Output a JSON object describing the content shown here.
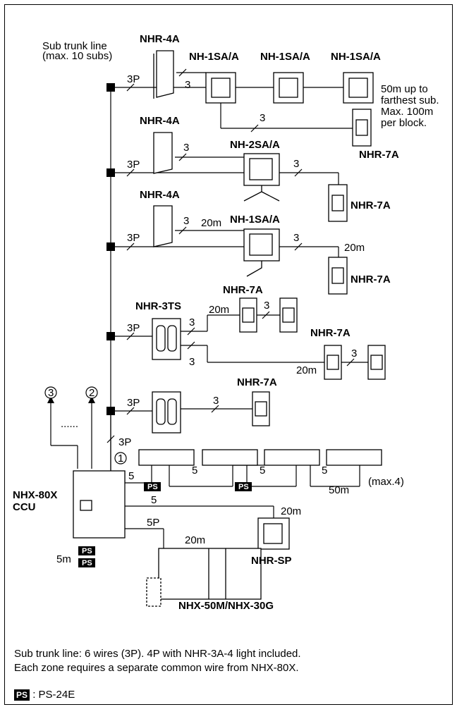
{
  "labels": {
    "sub_trunk": "Sub trunk line",
    "max_subs": "(max. 10 subs)",
    "nhr4a_1": "NHR-4A",
    "nh1sa_1": "NH-1SA/A",
    "nh1sa_2": "NH-1SA/A",
    "nh1sa_3": "NH-1SA/A",
    "note1": "50m up to",
    "note2": "farthest sub.",
    "note3": "Max. 100m",
    "note4": "per block.",
    "nhr7a_1": "NHR-7A",
    "nhr4a_2": "NHR-4A",
    "nh2sa": "NH-2SA/A",
    "nhr7a_2": "NHR-7A",
    "nhr4a_3": "NHR-4A",
    "nh1sa_4": "NH-1SA/A",
    "nhr7a_3": "NHR-7A",
    "nhr3ts": "NHR-3TS",
    "nhr7a_4": "NHR-7A",
    "nhr7a_5": "NHR-7A",
    "nhr7a_6": "NHR-7A",
    "ccu1": "NHX-80X",
    "ccu2": "CCU",
    "nhrsp": "NHR-SP",
    "console": "NHX-50M/NHX-30G",
    "max4": "(max.4)",
    "dots": "......",
    "c1": "1",
    "c2": "2",
    "c3": "3",
    "w3p": "3P",
    "w3": "3",
    "w5": "5",
    "w5p": "5P",
    "d20": "20m",
    "d50": "50m",
    "d5": "5m",
    "ps": "PS"
  },
  "footer": {
    "line1": "Sub trunk line: 6 wires (3P). 4P with NHR-3A-4 light included.",
    "line2": "Each zone requires a separate common wire from NHX-80X.",
    "legend_badge": "PS",
    "legend_text": ": PS-24E"
  }
}
